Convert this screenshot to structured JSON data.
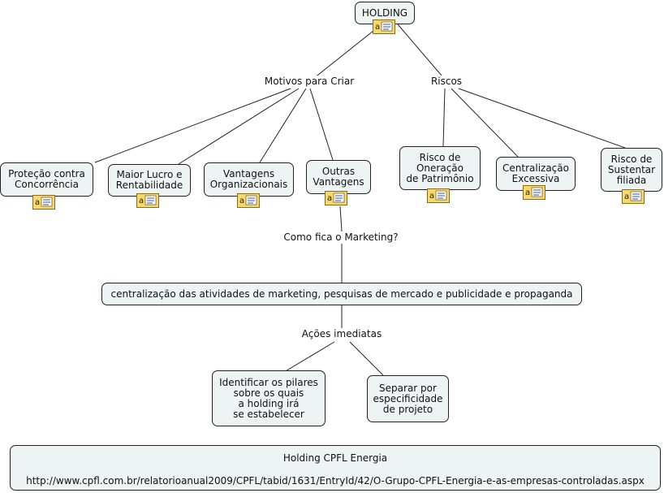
{
  "root": {
    "label": "HOLDING"
  },
  "branches": {
    "motivos": "Motivos para Criar",
    "riscos": "Riscos",
    "marketing_question": "Como fica o Marketing?",
    "acoes": "Ações imediatas"
  },
  "motivos_children": [
    "Proteção contra\nConcorrência",
    "Maior Lucro e\nRentabilidade",
    "Vantagens\nOrganizacionais",
    "Outras\nVantagens"
  ],
  "riscos_children": [
    "Risco de\nOneração\nde Patrimônio",
    "Centralização\nExcessiva",
    "Risco de\nSustentar\nfiliada"
  ],
  "centralizacao": "centralização das atividades de marketing, pesquisas de mercado e publicidade e propaganda",
  "acoes_children": [
    "Identificar os pilares\nsobre os quais\na holding irá\nse estabelecer",
    "Separar por\nespecificidade\nde projeto"
  ],
  "source": {
    "title": "Holding CPFL Energia",
    "url": "http://www.cpfl.com.br/relatorioanual2009/CPFL/tabid/1631/EntryId/42/O-Grupo-CPFL-Energia-e-as-empresas-controladas.aspx"
  },
  "icons": {
    "note": "annotation-note-icon"
  },
  "colors": {
    "node_fill": "#eef3f3",
    "note_fill": "#f7d96a",
    "line": "#222222"
  }
}
